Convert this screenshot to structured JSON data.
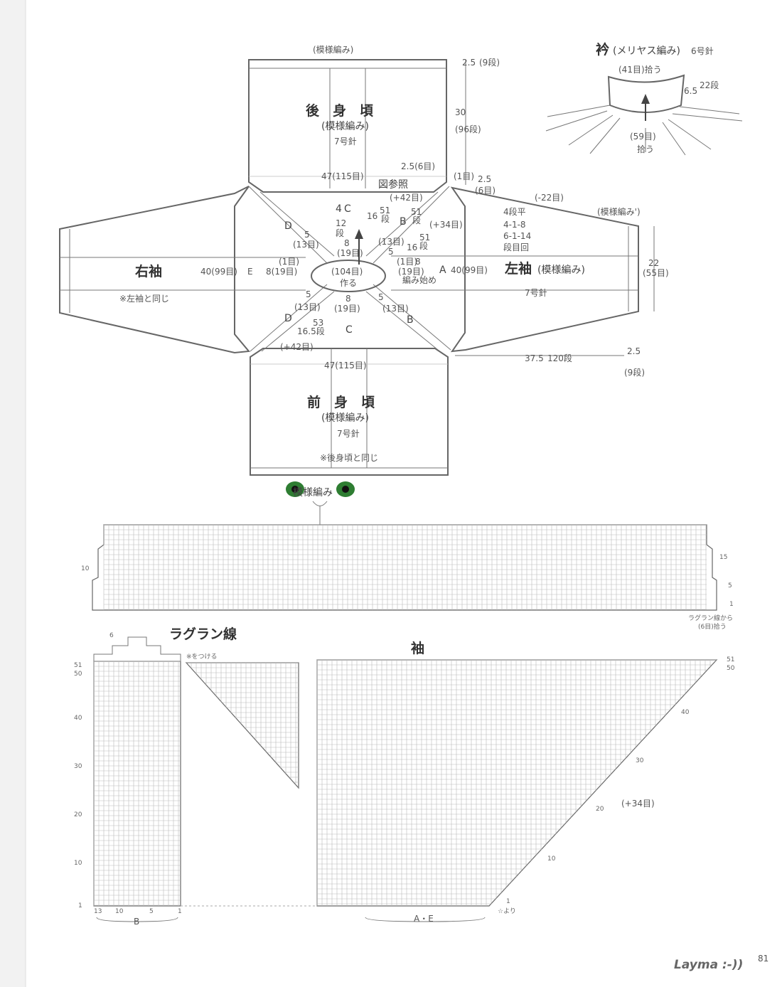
{
  "labels": {
    "back_pattern_top": "(模様編み)",
    "back_title": "後　身　頃",
    "back_pattern": "(模様編み)",
    "back_needle": "7号針",
    "front_title": "前　身　頃",
    "front_pattern": "(模様編み)",
    "front_needle": "7号針",
    "front_note": "※後身頃と同じ",
    "bottom_pattern": "模様編み",
    "right_sleeve": "右袖",
    "right_sleeve_note": "※左袖と同じ",
    "left_sleeve": "左袖",
    "left_sleeve_pattern": "(模様編み)",
    "left_sleeve_needle": "7号針",
    "sleeve_pattern_prime": "(模様編み')",
    "collar_title": "衿",
    "collar_pattern": "(メリヤス編み)",
    "collar_needle": "6号針",
    "collar_top": "(41目)拾う",
    "collar_bottom_count": "(59目)",
    "collar_bottom_pick": "拾う",
    "collar_side_cm": "6.5",
    "collar_side_rows": "22段",
    "dim_25": "2.5",
    "dim_9": "(9段)",
    "dim_30": "30",
    "dim_96": "(96段)",
    "dim_47_115_top": "47(115目)",
    "dim_25_6": "2.5(6目)",
    "dim_1_me": "(1目)",
    "dim_25_b": "2.5",
    "dim_6_me": "(6目)",
    "dim_minus22": "(-22目)",
    "zu_sansho": "図参照",
    "plus42_top": "(+42目)",
    "plus34": "(+34目)",
    "dec_4dan": "4段平",
    "dec_418": "4-1-8",
    "dec_6114": "6-1-14",
    "dec_danme": "段目回",
    "c_4": "4",
    "c_label": "C",
    "c_12": "12",
    "c_12dan": "段",
    "c_8": "8",
    "c_19": "(19目)",
    "d_label": "D",
    "d_5": "5",
    "d_13": "(13目)",
    "b_label": "B",
    "b_51": "51",
    "b_51dan": "段",
    "b_16": "16",
    "b_5": "5",
    "b_13": "(13目)",
    "b2_51": "51",
    "b2_dan": "段",
    "b2_16": "16",
    "center_count": "(104目)",
    "center_make": "作る",
    "start_knit": "編み始め",
    "r_40_99": "40(99目)",
    "r_e": "E",
    "r_8_19": "8(19目)",
    "r_1me": "(1目)",
    "l_1me": "(1目)",
    "l_8": "8",
    "l_19": "(19目)",
    "l_a": "A",
    "l_40_99": "40(99目)",
    "dim_22": "22",
    "dim_55": "(55目)",
    "lower_d_5": "5",
    "lower_d_13": "(13目)",
    "lower_d": "D",
    "lower_53": "53",
    "lower_165": "16.5段",
    "lower_plus42": "(+42目)",
    "lower_c_8": "8",
    "lower_c_19": "(19目)",
    "lower_c": "C",
    "lower_b_5": "5",
    "lower_b_13": "(13目)",
    "lower_b": "B",
    "dim_47_115_bottom": "47(115目)",
    "dim_375": "37.5",
    "dim_120": "120段",
    "dim_25_r": "2.5",
    "dim_9_r": "(9段)",
    "chart_top_15": "15",
    "chart_top_10": "10",
    "chart_top_5": "5",
    "chart_top_1": "1",
    "raglan_from": "ラグラン線から",
    "raglan_pick": "(6目)拾う",
    "raglan_line": "ラグラン線",
    "star_attach": "※をつける",
    "sleeve": "袖",
    "chart_plus34": "(+34目)",
    "row_51": "51",
    "row_50": "50",
    "row_40": "40",
    "row_30": "30",
    "row_20": "20",
    "row_10": "10",
    "row_1": "1",
    "col_13": "13",
    "col_10": "10",
    "col_5": "5",
    "col_1": "1",
    "label_b": "B",
    "label_ae": "A・E",
    "star_from": "☆より",
    "r_row_40": "40",
    "r_row_30": "30",
    "r_row_20": "20",
    "r_row_10": "10",
    "r_row_1": "1",
    "r_row_51": "51",
    "r_row_50": "50",
    "step_6": "6",
    "brand": "Layma :-))",
    "page_number": "81"
  }
}
